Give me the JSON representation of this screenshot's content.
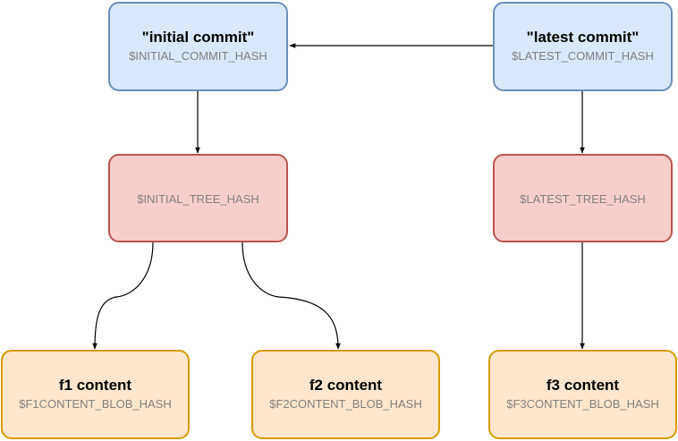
{
  "nodes": {
    "initial_commit": {
      "title": "\"initial commit\"",
      "hash": "$INITIAL_COMMIT_HASH"
    },
    "latest_commit": {
      "title": "\"latest commit\"",
      "hash": "$LATEST_COMMIT_HASH"
    },
    "initial_tree": {
      "hash": "$INITIAL_TREE_HASH"
    },
    "latest_tree": {
      "hash": "$LATEST_TREE_HASH"
    },
    "f1": {
      "title": "f1 content",
      "hash": "$F1CONTENT_BLOB_HASH"
    },
    "f2": {
      "title": "f2 content",
      "hash": "$F2CONTENT_BLOB_HASH"
    },
    "f3": {
      "title": "f3 content",
      "hash": "$F3CONTENT_BLOB_HASH"
    }
  },
  "edges": [
    {
      "from": "latest_commit",
      "to": "initial_commit"
    },
    {
      "from": "initial_commit",
      "to": "initial_tree"
    },
    {
      "from": "latest_commit",
      "to": "latest_tree"
    },
    {
      "from": "initial_tree",
      "to": "f1"
    },
    {
      "from": "initial_tree",
      "to": "f2"
    },
    {
      "from": "latest_tree",
      "to": "f3"
    }
  ],
  "colors": {
    "commit_fill": "#dae8fc",
    "commit_border": "#6c8ebf",
    "tree_fill": "#f8cecc",
    "tree_border": "#b85450",
    "blob_fill": "#ffe6cc",
    "blob_border": "#d79b00",
    "edge": "#000000",
    "hash_text": "#808080"
  }
}
